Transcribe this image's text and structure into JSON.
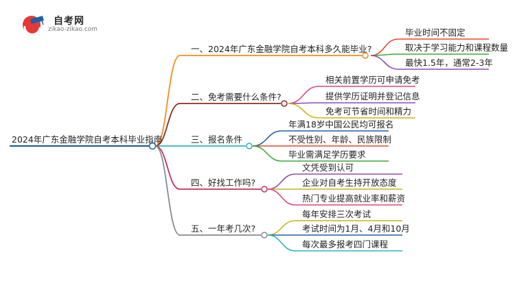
{
  "logo": {
    "title": "自考网",
    "subtitle": "zikao-zikao.com",
    "icon": "graduation-cap-icon"
  },
  "root": {
    "label": "2024年广东金融学院自考本科毕业指南",
    "color": "#1f5fa6"
  },
  "branches": [
    {
      "label": "一、2024年广东金融学院自考本科多久能毕业?",
      "color": "#f28b1c",
      "children": [
        {
          "label": "毕业时间不固定",
          "color": "#e8452c"
        },
        {
          "label": "取决于学习能力和课程数量",
          "color": "#3aa83a"
        },
        {
          "label": "最快1.5年，通常2-3年",
          "color": "#8c4bb0"
        }
      ]
    },
    {
      "label": "二、免考需要什么条件?",
      "color": "#8b2e22",
      "children": [
        {
          "label": "相关前置学历可申请免考",
          "color": "#e0457b"
        },
        {
          "label": "提供学历证明并登记信息",
          "color": "#8c4bb0"
        },
        {
          "label": "免考可节省时间和精力",
          "color": "#c9b418"
        }
      ]
    },
    {
      "label": "三、报名条件",
      "color": "#2bb3bf",
      "children": [
        {
          "label": "年满18岁中国公民均可报名",
          "color": "#1f5fa6"
        },
        {
          "label": "不受性别、年龄、民族限制",
          "color": "#e8452c"
        },
        {
          "label": "毕业需满足学历要求",
          "color": "#3aa83a"
        }
      ]
    },
    {
      "label": "四、好找工作吗?",
      "color": "#c4305a",
      "children": [
        {
          "label": "文凭受到认可",
          "color": "#8c4bb0"
        },
        {
          "label": "企业对自考生持开放态度",
          "color": "#c9b418"
        },
        {
          "label": "热门专业提高就业率和薪资",
          "color": "#e0457b"
        }
      ]
    },
    {
      "label": "五、一年考几次?",
      "color": "#8a8a8a",
      "children": [
        {
          "label": "每年安排三次考试",
          "color": "#c9b418"
        },
        {
          "label": "考试时间为1月、4月和10月",
          "color": "#1f5fa6"
        },
        {
          "label": "每次最多报考四门课程",
          "color": "#2bb3bf"
        }
      ]
    }
  ]
}
